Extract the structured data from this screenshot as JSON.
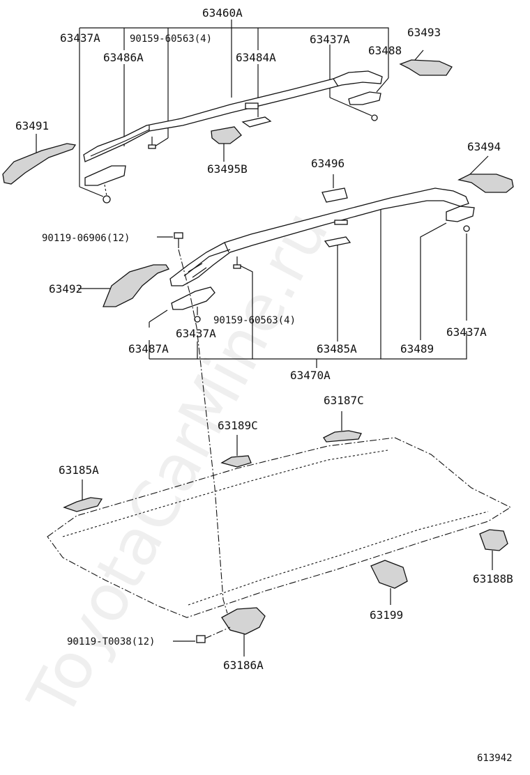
{
  "diagram": {
    "watermark": "ToyotaCarMine.ru",
    "figure_id": "613942",
    "labels": {
      "p63460A": "63460A",
      "p63437A_a": "63437A",
      "p90159_top": "90159-60563(4)",
      "p63437A_b": "63437A",
      "p63493": "63493",
      "p63486A": "63486A",
      "p63484A": "63484A",
      "p63488": "63488",
      "p63491": "63491",
      "p63494": "63494",
      "p63495B": "63495B",
      "p63496": "63496",
      "p90119_06906": "90119-06906(12)",
      "p63492": "63492",
      "p90159_mid": "90159-60563(4)",
      "p63437A_c": "63437A",
      "p63437A_d": "63437A",
      "p63487A": "63487A",
      "p63485A": "63485A",
      "p63489": "63489",
      "p63470A": "63470A",
      "p63187C": "63187C",
      "p63189C": "63189C",
      "p63185A": "63185A",
      "p63188B": "63188B",
      "p63199": "63199",
      "p90119_T0038": "90119-T0038(12)",
      "p63186A": "63186A"
    }
  }
}
